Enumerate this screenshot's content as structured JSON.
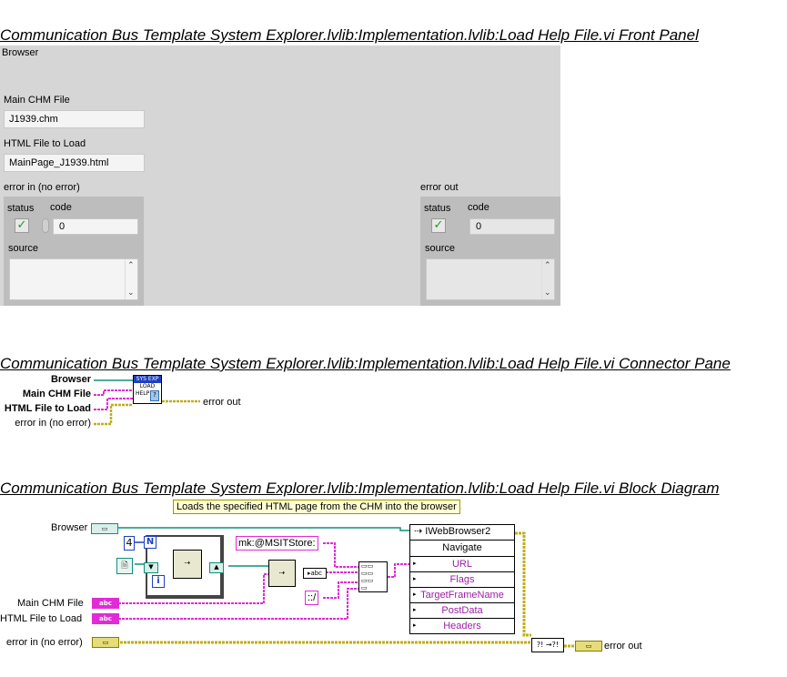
{
  "titles": {
    "front_panel": "Communication Bus Template System Explorer.lvlib:Implementation.lvlib:Load Help File.vi Front Panel",
    "connector_pane": "Communication Bus Template System Explorer.lvlib:Implementation.lvlib:Load Help File.vi Connector Pane",
    "block_diagram": "Communication Bus Template System Explorer.lvlib:Implementation.lvlib:Load Help File.vi Block Diagram"
  },
  "front_panel": {
    "browser_label": "Browser",
    "main_chm_label": "Main CHM File",
    "main_chm_value": "J1939.chm",
    "html_file_label": "HTML File to Load",
    "html_file_value": "MainPage_J1939.html",
    "error_in": {
      "label": "error in (no error)",
      "status_label": "status",
      "code_label": "code",
      "code_value": "0",
      "source_label": "source",
      "source_value": ""
    },
    "error_out": {
      "label": "error out",
      "status_label": "status",
      "code_label": "code",
      "code_value": "0",
      "source_label": "source",
      "source_value": ""
    }
  },
  "connector_pane": {
    "inputs": [
      "Browser",
      "Main CHM File",
      "HTML File to Load",
      "error in (no error)"
    ],
    "output": "error out",
    "icon_lines": [
      "SYS EXP",
      "LOAD",
      "HELP"
    ]
  },
  "block_diagram": {
    "comment": "Loads the specified HTML page from the CHM into the browser",
    "browser_label": "Browser",
    "main_chm_label": "Main CHM File",
    "html_file_label": "HTML File to Load",
    "error_in_label": "error in (no error)",
    "error_out_label": "error out",
    "loop_count": "4",
    "loop_n": "N",
    "loop_i": "i",
    "prefix_const": "mk:@MSITStore:",
    "sep_const": "::/",
    "invoke": {
      "class": "IWebBrowser2",
      "method": "Navigate",
      "params": [
        "URL",
        "Flags",
        "TargetFrameName",
        "PostData",
        "Headers"
      ]
    },
    "colors": {
      "string_wire": "#e02bd6",
      "error_wire": "#bfae1b",
      "ref_wire": "#0f8f7a",
      "int_wire": "#1f3fbf"
    }
  }
}
